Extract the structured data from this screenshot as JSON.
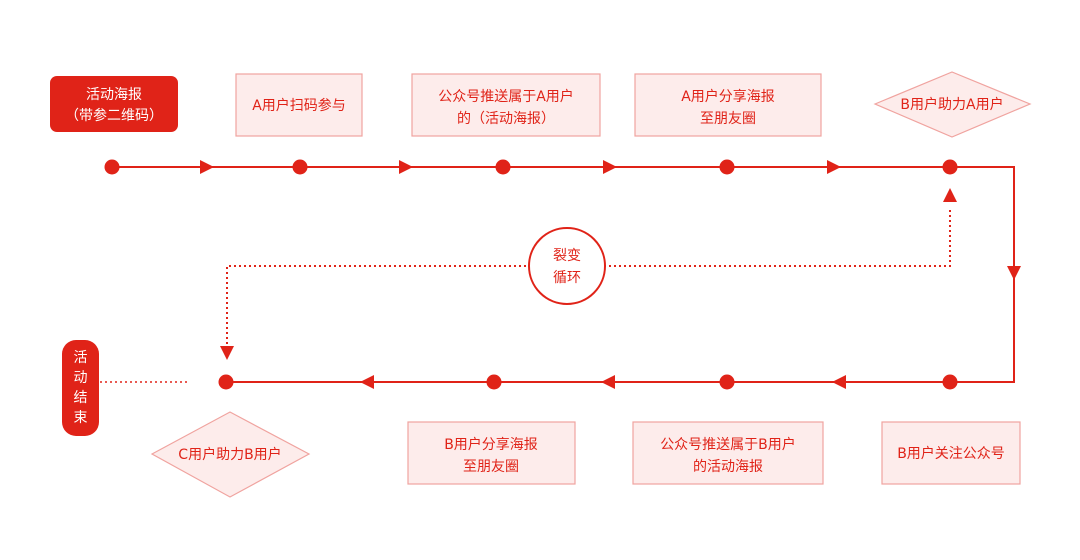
{
  "colors": {
    "accent": "#e02318",
    "box_fill": "#fdeceb",
    "box_border": "#f0a39f"
  },
  "start": {
    "line1": "活动海报",
    "line2": "（带参二维码）"
  },
  "end": {
    "chars": [
      "活",
      "动",
      "结",
      "束"
    ]
  },
  "top_row": [
    {
      "line1": "A用户扫码参与",
      "line2": ""
    },
    {
      "line1": "公众号推送属于A用户",
      "line2": "的（活动海报）"
    },
    {
      "line1": "A用户分享海报",
      "line2": "至朋友圈"
    }
  ],
  "top_diamond": "B用户助力A用户",
  "bottom_row": [
    {
      "line1": "B用户关注公众号",
      "line2": ""
    },
    {
      "line1": "公众号推送属于B用户",
      "line2": "的活动海报"
    },
    {
      "line1": "B用户分享海报",
      "line2": "至朋友圈"
    }
  ],
  "bottom_diamond": "C用户助力B用户",
  "loop": {
    "line1": "裂变",
    "line2": "循环"
  }
}
